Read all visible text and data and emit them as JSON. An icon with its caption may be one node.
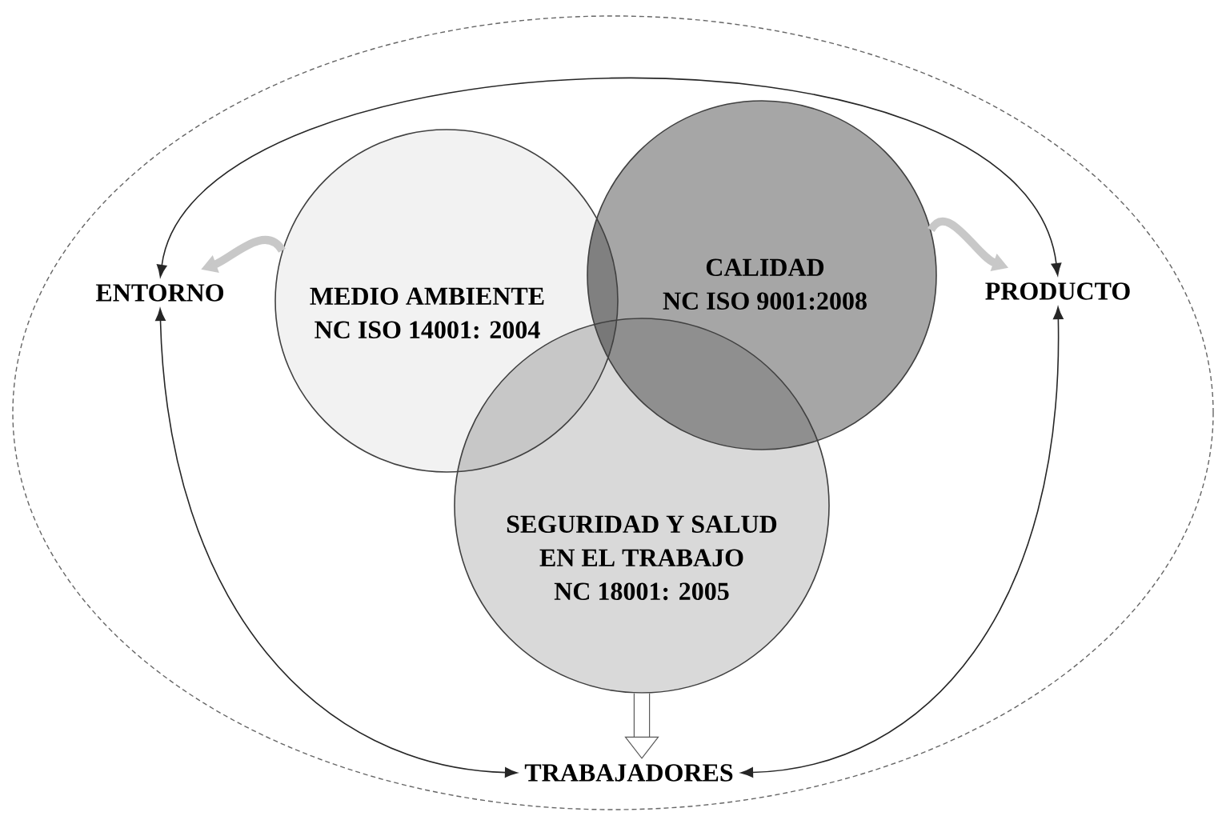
{
  "diagram": {
    "nodes": [
      {
        "text": [
          "MEDIO AMBIENTE",
          "NC ISO 14001: 2004"
        ]
      },
      {
        "text": [
          "CALIDAD",
          "NC ISO 9001:2008"
        ]
      },
      {
        "text": [
          "SEGURIDAD Y SALUD EN EL TRABAJO",
          "NC 18001: 2005"
        ]
      },
      {
        "text": [
          "ENTORNO"
        ]
      },
      {
        "text": [
          "PRODUCTO"
        ]
      },
      {
        "text": [
          "TRABAJADORES"
        ]
      }
    ],
    "edges": [
      {
        "from": 0,
        "to": 3,
        "arrow": "to",
        "style": "thick",
        "color": "#c8c8c8"
      },
      {
        "from": 1,
        "to": 4,
        "arrow": "to",
        "style": "thick",
        "color": "#c8c8c8"
      },
      {
        "from": 2,
        "to": 5,
        "arrow": "to",
        "style": "thick"
      },
      {
        "from": 3,
        "to": 4,
        "arrow": "both"
      },
      {
        "from": 3,
        "to": 5,
        "arrow": "both"
      },
      {
        "from": 4,
        "to": 5,
        "arrow": "both"
      }
    ]
  }
}
